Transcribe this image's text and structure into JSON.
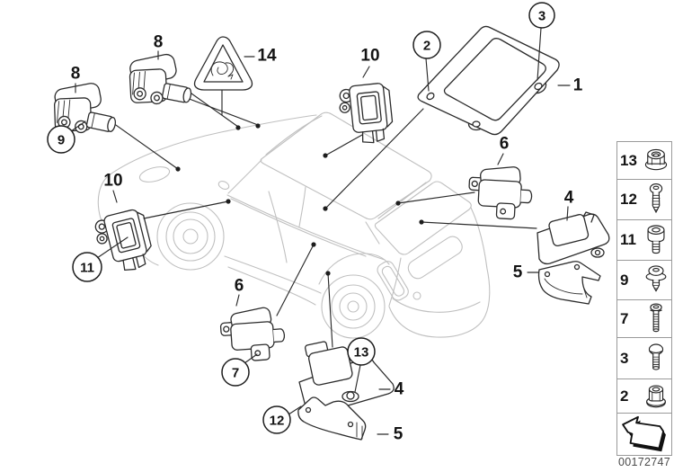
{
  "figure": {
    "kind": "airbag-electric-parts-diagram",
    "colors": {
      "part_line": "#2b2b2b",
      "car_outline": "#c0c0c0",
      "legend_border": "#9a9a9a"
    }
  },
  "callouts": {
    "n1": {
      "label": "1",
      "circled": false
    },
    "n2": {
      "label": "2",
      "circled": true
    },
    "n3": {
      "label": "3",
      "circled": true
    },
    "n4a": {
      "label": "4",
      "circled": false
    },
    "n4b": {
      "label": "4",
      "circled": false
    },
    "n5a": {
      "label": "5",
      "circled": false
    },
    "n5b": {
      "label": "5",
      "circled": false
    },
    "n6a": {
      "label": "6",
      "circled": false
    },
    "n6b": {
      "label": "6",
      "circled": false
    },
    "n7": {
      "label": "7",
      "circled": true
    },
    "n8a": {
      "label": "8",
      "circled": false
    },
    "n8b": {
      "label": "8",
      "circled": false
    },
    "n9": {
      "label": "9",
      "circled": true
    },
    "n10a": {
      "label": "10",
      "circled": false
    },
    "n10b": {
      "label": "10",
      "circled": false
    },
    "n11": {
      "label": "11",
      "circled": true
    },
    "n12": {
      "label": "12",
      "circled": true
    },
    "n13": {
      "label": "13",
      "circled": true
    },
    "n14": {
      "label": "14",
      "circled": false
    }
  },
  "legend": {
    "items": [
      {
        "label": "13",
        "icon": "flange-nut-icon"
      },
      {
        "label": "12",
        "icon": "tapping-screw-icon"
      },
      {
        "label": "11",
        "icon": "socket-head-bolt-icon"
      },
      {
        "label": "9",
        "icon": "washer-screw-icon"
      },
      {
        "label": "7",
        "icon": "long-bolt-icon"
      },
      {
        "label": "3",
        "icon": "round-head-bolt-icon"
      },
      {
        "label": "2",
        "icon": "cap-nut-icon"
      }
    ],
    "direction_icon": "up-left-bent-arrow-icon",
    "footer_code": "00172747"
  }
}
